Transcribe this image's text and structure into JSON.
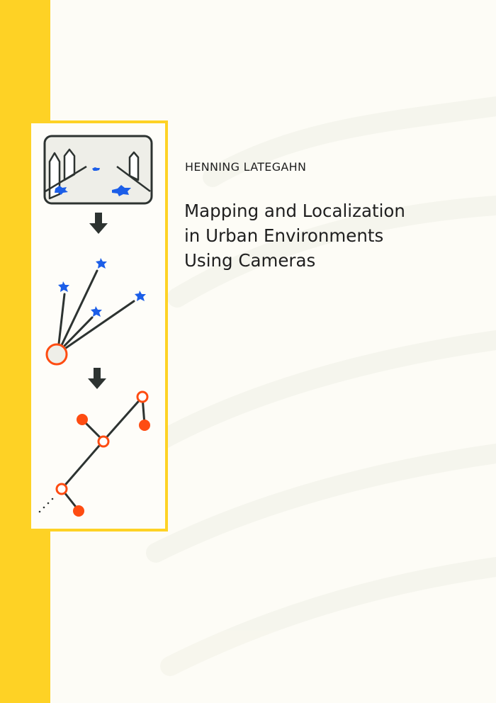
{
  "cover": {
    "author": "HENNING LATEGAHN",
    "title_lines": [
      "Mapping and Localization",
      "in Urban Environments",
      "Using Cameras"
    ]
  },
  "figure": {
    "panels": [
      {
        "name": "street-scene",
        "description": "camera view of urban street with buildings and blue star landmarks"
      },
      {
        "name": "landmark-observation",
        "description": "camera pose (orange ring) with rays to blue star landmarks"
      },
      {
        "name": "pose-graph",
        "description": "chain of orange pose nodes with filled landmark nodes"
      }
    ],
    "arrows": 2
  },
  "colors": {
    "accent_yellow": "#fed225",
    "landmark_blue": "#1c5ee8",
    "pose_orange": "#fe4c12",
    "line_dark": "#2d3331",
    "background": "#fdfcf6"
  }
}
